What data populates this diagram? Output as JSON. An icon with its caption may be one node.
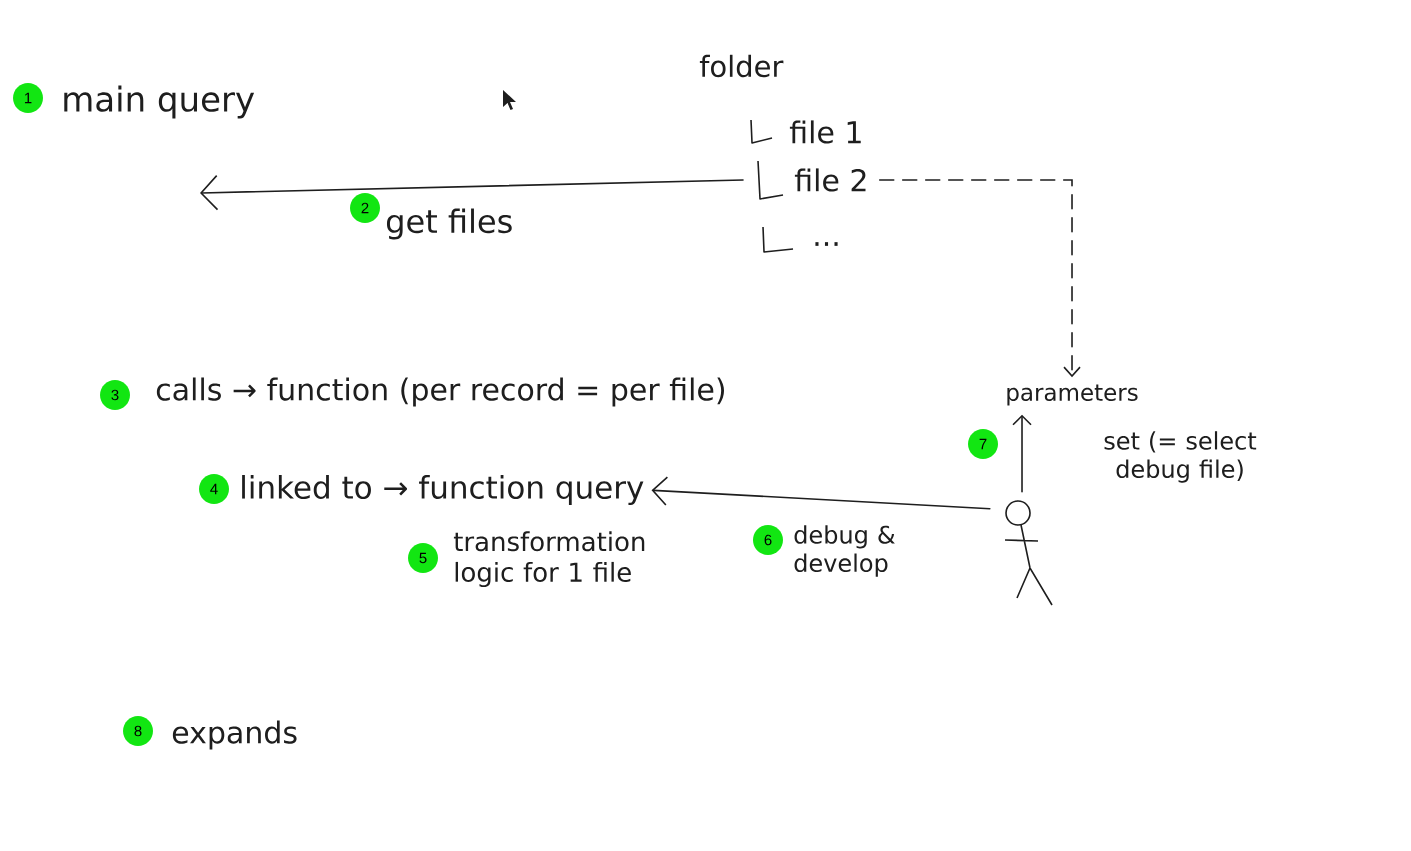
{
  "diagram": {
    "nodes": [
      {
        "text": [
          "1"
        ],
        "beside": [
          "main query"
        ]
      },
      {
        "text": [
          "file 2"
        ]
      },
      {
        "text": [
          "2"
        ]
      },
      {
        "text": [
          "3"
        ],
        "beside": [
          "calls → function (per record = per file)"
        ]
      },
      {
        "text": [
          "parameters"
        ]
      },
      {
        "text": [
          "7"
        ]
      },
      {
        "text": [
          "4"
        ]
      },
      {
        "text": [
          "linked to → function query"
        ]
      },
      {
        "text": [],
        "shape": "person"
      },
      {
        "text": [
          "6"
        ]
      },
      {
        "text": [
          "5"
        ],
        "beside": [
          "transformation logic for 1 file"
        ]
      },
      {
        "text": [
          "8"
        ],
        "beside": [
          "expands"
        ]
      }
    ],
    "edges": [
      {
        "from": 1,
        "to": null,
        "arrow": "to",
        "label": "get files"
      },
      {
        "from": 1,
        "to": 4,
        "arrow": "to",
        "style": "dashed"
      },
      {
        "from": 8,
        "to": 7,
        "arrow": "to",
        "label": "debug & develop"
      },
      {
        "from": 8,
        "to": 4,
        "arrow": "to",
        "label": "set (= select debug file)"
      }
    ],
    "labels": [
      "folder",
      "file 1",
      "..."
    ]
  }
}
